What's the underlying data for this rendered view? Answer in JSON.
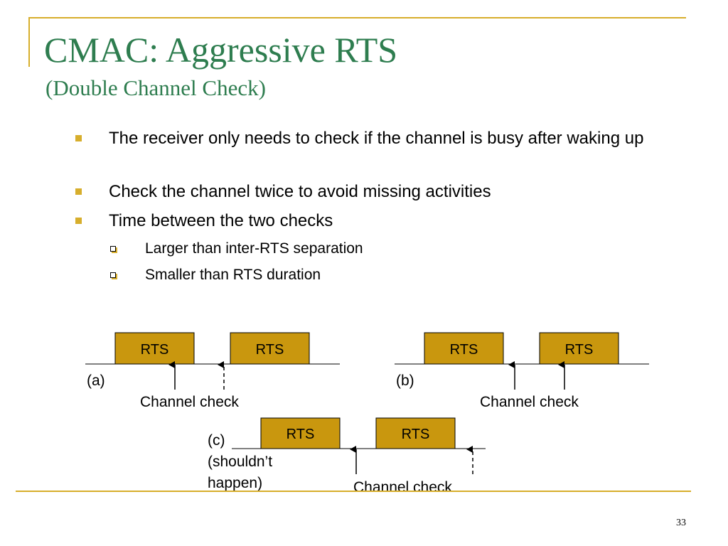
{
  "colors": {
    "accent": "#D7AE2C",
    "title": "#2E7D4F",
    "rts_fill": "#C9970E"
  },
  "slide": {
    "title": "CMAC: Aggressive RTS",
    "subtitle": "(Double Channel Check)",
    "bullets": [
      {
        "text": "The receiver only needs to check if the channel is busy after waking up"
      },
      {
        "text": "Check the channel twice to avoid missing activities"
      },
      {
        "text": "Time between the two checks",
        "sub": [
          "Larger than inter-RTS separation",
          "Smaller than RTS duration"
        ]
      }
    ],
    "page_number": "33"
  },
  "diagram": {
    "rts_label": "RTS",
    "check_label": "Channel check",
    "panels": {
      "a": {
        "label": "(a)",
        "first_check": "solid",
        "second_check": "dashed"
      },
      "b": {
        "label": "(b)",
        "first_check": "solid",
        "second_check": "solid"
      },
      "c": {
        "label_lines": [
          "(c)",
          "(shouldn’t",
          "happen)"
        ],
        "first_check": "solid",
        "second_check": "dashed"
      }
    }
  }
}
